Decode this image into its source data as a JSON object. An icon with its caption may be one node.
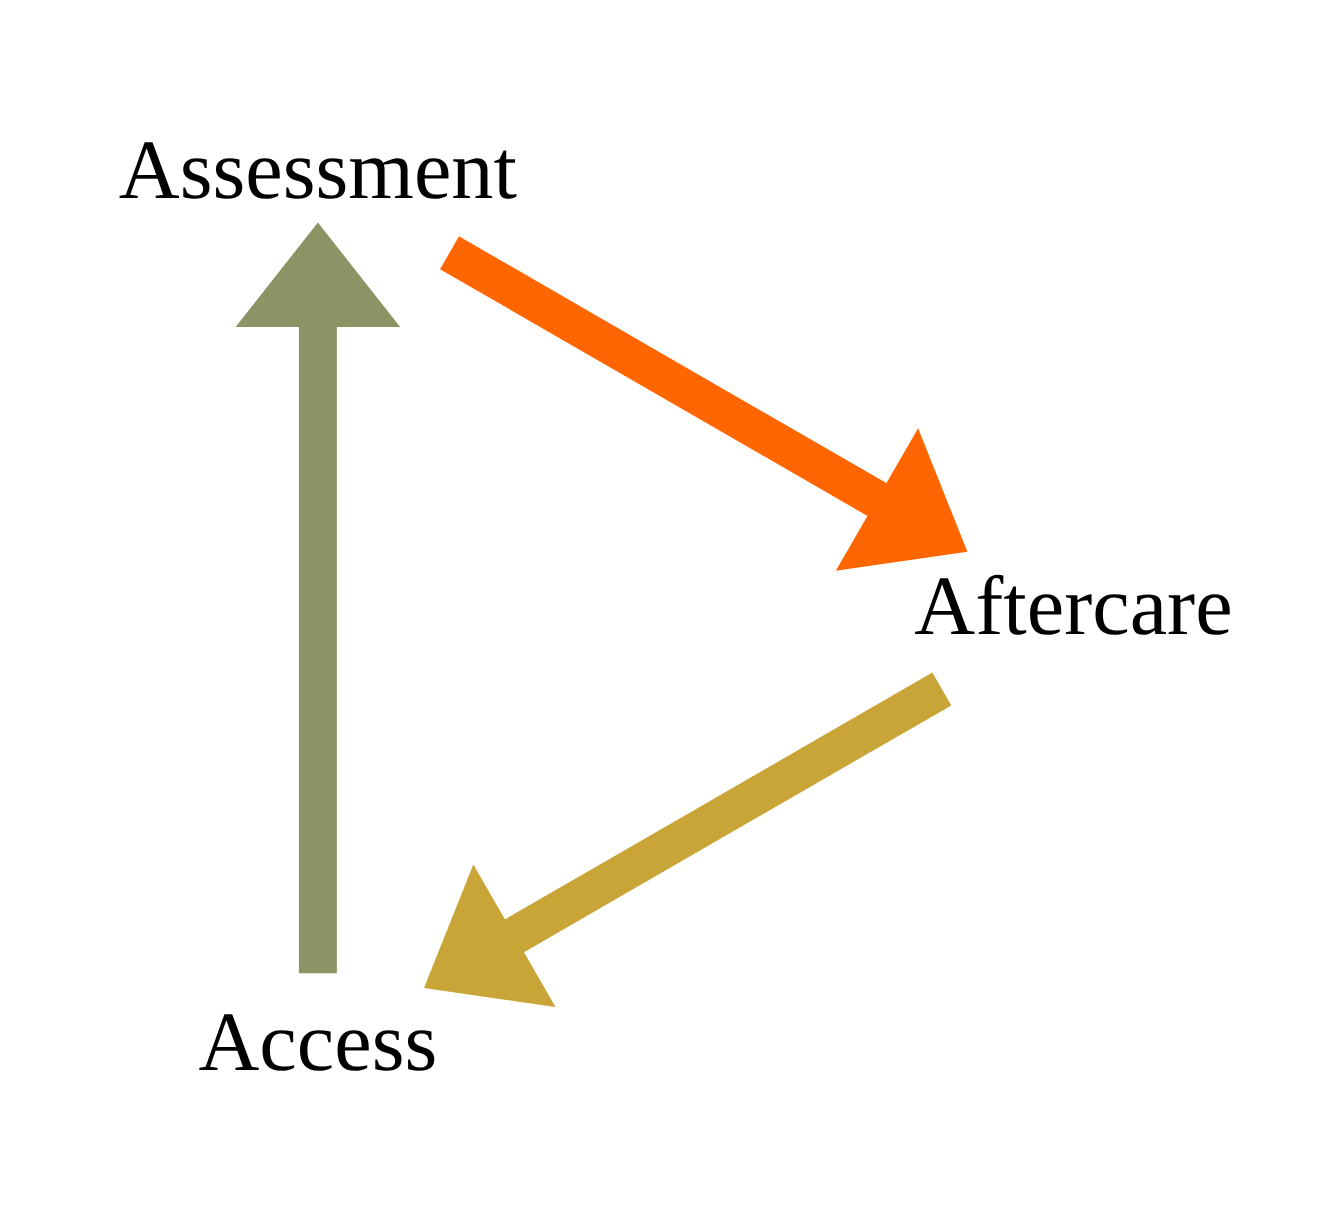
{
  "diagram": {
    "nodes": [
      {
        "text": [
          "Access"
        ]
      },
      {
        "text": [
          "Assessment"
        ]
      },
      {
        "text": [
          "Aftercare"
        ]
      }
    ],
    "edges": [
      {
        "from": 0,
        "to": 1,
        "arrow": "to",
        "color": "#8c9466"
      },
      {
        "from": 1,
        "to": 2,
        "arrow": "to",
        "color": "#ff6600"
      },
      {
        "from": 2,
        "to": 0,
        "arrow": "to",
        "color": "#c9a437"
      }
    ]
  }
}
